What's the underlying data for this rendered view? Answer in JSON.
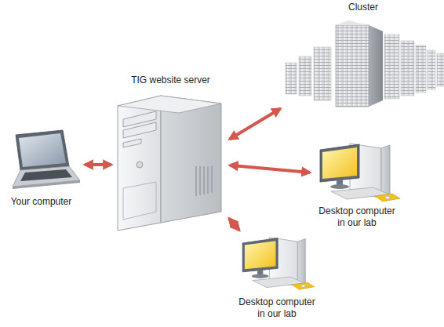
{
  "diagram": {
    "nodes": [
      {
        "text": [
          "Cluster"
        ]
      },
      {
        "text": [
          "TIG website server"
        ]
      },
      {
        "text": [
          "Your computer"
        ]
      },
      {
        "text": [
          "Desktop computer in our lab"
        ]
      },
      {
        "text": [
          "Desktop computer in our lab"
        ]
      }
    ],
    "edges": [
      {
        "from": 1,
        "to": 2,
        "arrow": "both"
      },
      {
        "from": 1,
        "to": 0,
        "arrow": "both"
      },
      {
        "from": 1,
        "to": 3,
        "arrow": "both"
      },
      {
        "from": 1,
        "to": 4,
        "arrow": "both"
      }
    ]
  }
}
